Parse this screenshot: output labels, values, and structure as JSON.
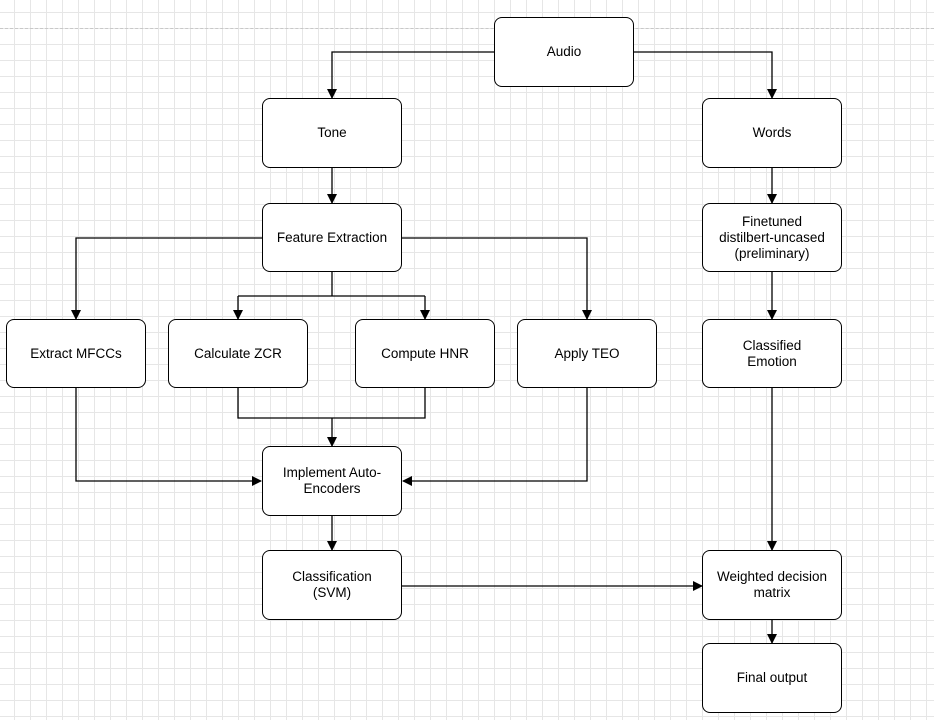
{
  "nodes": {
    "audio": "Audio",
    "tone": "Tone",
    "words": "Words",
    "feature_extraction": "Feature Extraction",
    "finetuned": "Finetuned\ndistilbert-uncased\n(preliminary)",
    "extract_mfccs": "Extract MFCCs",
    "calculate_zcr": "Calculate ZCR",
    "compute_hnr": "Compute HNR",
    "apply_teo": "Apply TEO",
    "classified_emotion": "Classified\nEmotion",
    "auto_encoders": "Implement Auto-\nEncoders",
    "classification": "Classification\n(SVM)",
    "weighted_matrix": "Weighted decision\nmatrix",
    "final_output": "Final output"
  },
  "edges": [
    {
      "from": "audio",
      "to": "tone"
    },
    {
      "from": "audio",
      "to": "words"
    },
    {
      "from": "tone",
      "to": "feature_extraction"
    },
    {
      "from": "feature_extraction",
      "to": "extract_mfccs"
    },
    {
      "from": "feature_extraction",
      "to": "calculate_zcr"
    },
    {
      "from": "feature_extraction",
      "to": "compute_hnr"
    },
    {
      "from": "feature_extraction",
      "to": "apply_teo"
    },
    {
      "from": "extract_mfccs",
      "to": "auto_encoders"
    },
    {
      "from": "calculate_zcr",
      "to": "auto_encoders"
    },
    {
      "from": "compute_hnr",
      "to": "auto_encoders"
    },
    {
      "from": "apply_teo",
      "to": "auto_encoders"
    },
    {
      "from": "auto_encoders",
      "to": "classification"
    },
    {
      "from": "classification",
      "to": "weighted_matrix"
    },
    {
      "from": "words",
      "to": "finetuned"
    },
    {
      "from": "finetuned",
      "to": "classified_emotion"
    },
    {
      "from": "classified_emotion",
      "to": "weighted_matrix"
    },
    {
      "from": "weighted_matrix",
      "to": "final_output"
    }
  ]
}
